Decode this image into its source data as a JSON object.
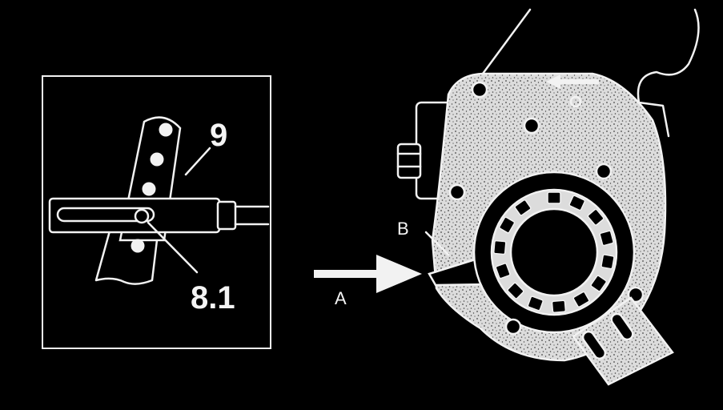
{
  "labels": {
    "inset_part": "9",
    "inset_hole": "8.1",
    "arrow": "A",
    "point": "B"
  },
  "colors": {
    "background": "#000000",
    "ink": "#f2f2f2"
  },
  "icons": {
    "direction_arrow": "arrow-left-icon",
    "push_arrow": "arrow-right-icon"
  }
}
